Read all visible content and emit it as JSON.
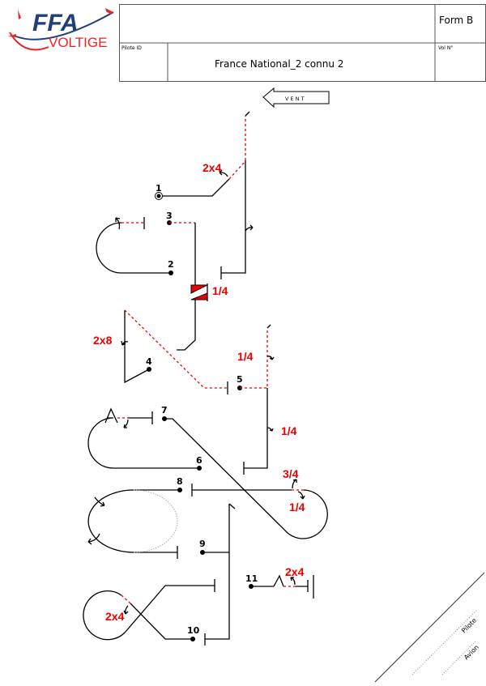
{
  "logo": {
    "text_top": "FFA",
    "text_bottom": "VOLTIGE"
  },
  "header": {
    "form": "Form B",
    "pilot_id_label": "Pilote ID",
    "title": "France National_2 connu 2",
    "flight_no_label": "Vol N°"
  },
  "wind": {
    "label": "V E N T"
  },
  "figures": [
    {
      "number": "1",
      "label": "2x4"
    },
    {
      "number": "2",
      "label": ""
    },
    {
      "number": "3",
      "label": "1/4"
    },
    {
      "number": "4",
      "label": "2x8"
    },
    {
      "number": "5",
      "label": "1/4",
      "label2": "1/4"
    },
    {
      "number": "6",
      "label": ""
    },
    {
      "number": "7",
      "label": "3/4",
      "label2": "1/4"
    },
    {
      "number": "8",
      "label": ""
    },
    {
      "number": "9",
      "label": ""
    },
    {
      "number": "10",
      "label": "2x4"
    },
    {
      "number": "11",
      "label": "2x4"
    }
  ],
  "judge_corner": {
    "pilot": "Pilote",
    "aircraft": "Avion"
  },
  "colors": {
    "accent": "#e00000",
    "logo_blue": "#1f3f7a",
    "line": "#000000"
  }
}
